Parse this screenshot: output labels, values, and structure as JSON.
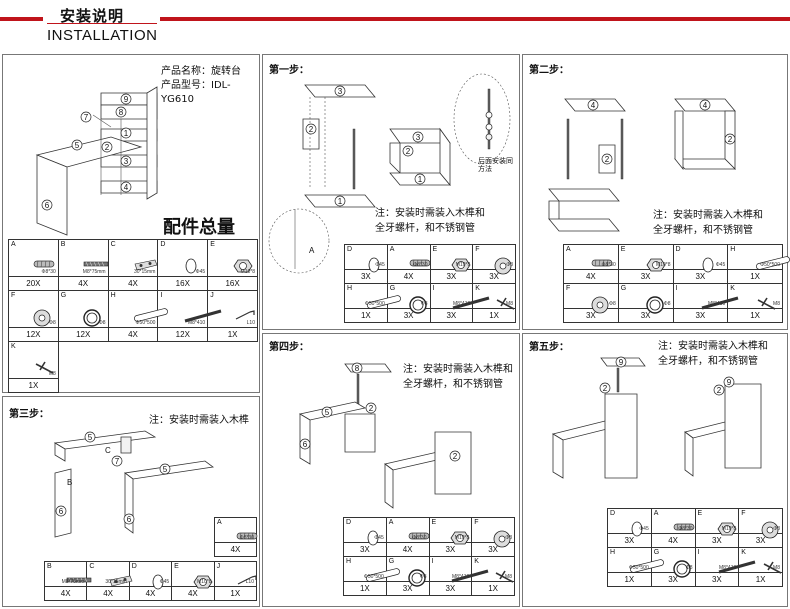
{
  "header": {
    "title_cn": "安装说明",
    "title_en": "INSTALLATION"
  },
  "product": {
    "name_line": "产品名称：旋转台",
    "model_line": "产品型号：IDL-YG610"
  },
  "parts_title": "配件总量",
  "parts_list": [
    {
      "letter": "A",
      "spec": "Φ8*30",
      "qty": "20X",
      "icon": "dowel-icon"
    },
    {
      "letter": "B",
      "spec": "M8*75mm",
      "qty": "4X",
      "icon": "threaded-rod-icon"
    },
    {
      "letter": "C",
      "spec": "30*15mm",
      "qty": "4X",
      "icon": "bracket-icon"
    },
    {
      "letter": "D",
      "spec": "Φ45",
      "qty": "16X",
      "icon": "round-pad-icon"
    },
    {
      "letter": "E",
      "spec": "M10*8",
      "qty": "16X",
      "icon": "hex-nut-icon"
    },
    {
      "letter": "F",
      "spec": "Φ8",
      "qty": "12X",
      "icon": "washer-icon"
    },
    {
      "letter": "G",
      "spec": "Φ8",
      "qty": "12X",
      "icon": "ring-icon"
    },
    {
      "letter": "H",
      "spec": "Φ50*500",
      "qty": "4X",
      "icon": "tube-icon"
    },
    {
      "letter": "I",
      "spec": "M8*410",
      "qty": "12X",
      "icon": "long-bolt-icon"
    },
    {
      "letter": "J",
      "spec": "L10",
      "qty": "1X",
      "icon": "wrench-icon"
    },
    {
      "letter": "K",
      "spec": "M8",
      "qty": "1X",
      "icon": "t-wrench-icon"
    }
  ],
  "step1": {
    "label": "第一步：",
    "note_lines": [
      "注：安装时需装入木榫和",
      "全牙螺杆，和不锈钢管"
    ],
    "callout_lines": [
      "后面安装同",
      "方法"
    ],
    "parts": [
      {
        "letter": "D",
        "spec": "Φ45",
        "qty": "3X",
        "icon": "round-pad-icon"
      },
      {
        "letter": "A",
        "spec": "Φ8*30",
        "qty": "4X",
        "icon": "dowel-icon"
      },
      {
        "letter": "E",
        "spec": "M10*8",
        "qty": "3X",
        "icon": "hex-nut-icon"
      },
      {
        "letter": "F",
        "spec": "Φ8",
        "qty": "3X",
        "icon": "washer-icon"
      },
      {
        "letter": "H",
        "spec": "Φ50*500",
        "qty": "1X",
        "icon": "tube-icon"
      },
      {
        "letter": "G",
        "spec": "Φ8",
        "qty": "3X",
        "icon": "ring-icon"
      },
      {
        "letter": "I",
        "spec": "M8*410",
        "qty": "3X",
        "icon": "long-bolt-icon"
      },
      {
        "letter": "K",
        "spec": "M8",
        "qty": "1X",
        "icon": "t-wrench-icon"
      }
    ]
  },
  "step2": {
    "label": "第二步：",
    "note_lines": [
      "注：安装时需装入木榫和",
      "全牙螺杆，和不锈钢管"
    ],
    "parts": [
      {
        "letter": "A",
        "spec": "Φ8*30",
        "qty": "4X",
        "icon": "dowel-icon"
      },
      {
        "letter": "E",
        "spec": "M10*8",
        "qty": "3X",
        "icon": "hex-nut-icon"
      },
      {
        "letter": "D",
        "spec": "Φ45",
        "qty": "3X",
        "icon": "round-pad-icon"
      },
      {
        "letter": "H",
        "spec": "Φ50*500",
        "qty": "1X",
        "icon": "tube-icon"
      },
      {
        "letter": "F",
        "spec": "Φ8",
        "qty": "3X",
        "icon": "washer-icon"
      },
      {
        "letter": "G",
        "spec": "Φ8",
        "qty": "3X",
        "icon": "ring-icon"
      },
      {
        "letter": "I",
        "spec": "M8*410",
        "qty": "3X",
        "icon": "long-bolt-icon"
      },
      {
        "letter": "K",
        "spec": "M8",
        "qty": "1X",
        "icon": "t-wrench-icon"
      }
    ]
  },
  "step3": {
    "label": "第三步：",
    "note_lines": [
      "注：安装时需装入木榫"
    ],
    "side_parts": [
      {
        "letter": "A",
        "spec": "Φ8*30",
        "qty": "4X",
        "icon": "dowel-icon"
      }
    ],
    "parts": [
      {
        "letter": "B",
        "spec": "M8*75mm",
        "qty": "4X",
        "icon": "threaded-rod-icon"
      },
      {
        "letter": "C",
        "spec": "30*15mm",
        "qty": "4X",
        "icon": "bracket-icon"
      },
      {
        "letter": "D",
        "spec": "Φ45",
        "qty": "4X",
        "icon": "round-pad-icon"
      },
      {
        "letter": "E",
        "spec": "M10*8",
        "qty": "4X",
        "icon": "hex-nut-icon"
      },
      {
        "letter": "J",
        "spec": "L10",
        "qty": "1X",
        "icon": "wrench-icon"
      }
    ]
  },
  "step4": {
    "label": "第四步：",
    "note_lines": [
      "注：安装时需装入木榫和",
      "全牙螺杆，和不锈钢管"
    ],
    "parts": [
      {
        "letter": "D",
        "spec": "Φ45",
        "qty": "3X",
        "icon": "round-pad-icon"
      },
      {
        "letter": "A",
        "spec": "Φ8*30",
        "qty": "4X",
        "icon": "dowel-icon"
      },
      {
        "letter": "E",
        "spec": "M10*8",
        "qty": "3X",
        "icon": "hex-nut-icon"
      },
      {
        "letter": "F",
        "spec": "Φ8",
        "qty": "3X",
        "icon": "washer-icon"
      },
      {
        "letter": "H",
        "spec": "Φ50*500",
        "qty": "1X",
        "icon": "tube-icon"
      },
      {
        "letter": "G",
        "spec": "Φ8",
        "qty": "3X",
        "icon": "ring-icon"
      },
      {
        "letter": "I",
        "spec": "M8*410",
        "qty": "3X",
        "icon": "long-bolt-icon"
      },
      {
        "letter": "K",
        "spec": "M8",
        "qty": "1X",
        "icon": "t-wrench-icon"
      }
    ]
  },
  "step5": {
    "label": "第五步：",
    "note_lines": [
      "注：安装时需装入木榫和",
      "全牙螺杆，和不锈钢管"
    ],
    "parts": [
      {
        "letter": "D",
        "spec": "Φ45",
        "qty": "3X",
        "icon": "round-pad-icon"
      },
      {
        "letter": "A",
        "spec": "Φ8*30",
        "qty": "4X",
        "icon": "dowel-icon"
      },
      {
        "letter": "E",
        "spec": "M10*8",
        "qty": "3X",
        "icon": "hex-nut-icon"
      },
      {
        "letter": "F",
        "spec": "Φ8",
        "qty": "3X",
        "icon": "washer-icon"
      },
      {
        "letter": "H",
        "spec": "Φ50*500",
        "qty": "1X",
        "icon": "tube-icon"
      },
      {
        "letter": "G",
        "spec": "Φ8",
        "qty": "3X",
        "icon": "ring-icon"
      },
      {
        "letter": "I",
        "spec": "M8*410",
        "qty": "3X",
        "icon": "long-bolt-icon"
      },
      {
        "letter": "K",
        "spec": "M8",
        "qty": "1X",
        "icon": "t-wrench-icon"
      }
    ]
  },
  "callouts": {
    "overview": [
      "9",
      "8",
      "7",
      "5",
      "1",
      "2",
      "3",
      "4",
      "6"
    ],
    "step1": [
      "3",
      "2",
      "1",
      "2",
      "3",
      "1",
      "A"
    ],
    "step2": [
      "4",
      "2",
      "4",
      "2"
    ],
    "step3": [
      "5",
      "7",
      "6",
      "5",
      "6",
      "B",
      "C"
    ],
    "step4": [
      "8",
      "2",
      "5",
      "6",
      "2"
    ],
    "step5": [
      "9",
      "2",
      "9",
      "2"
    ]
  }
}
